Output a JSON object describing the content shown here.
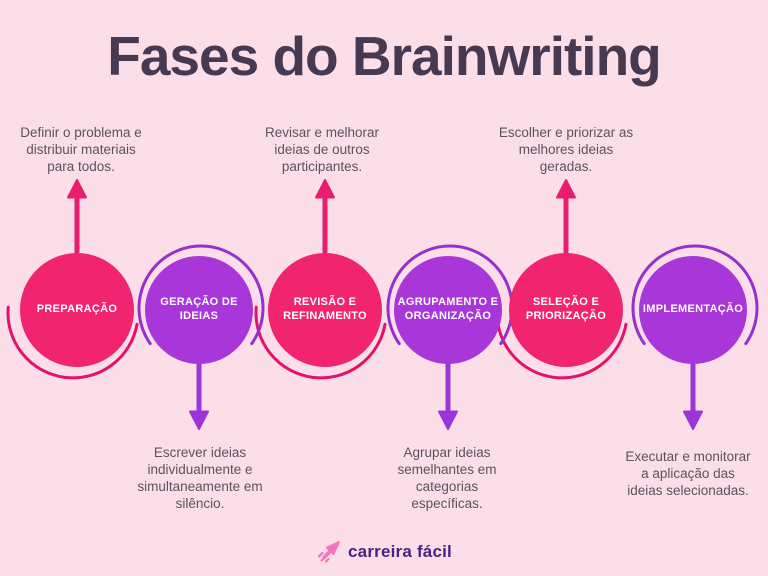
{
  "title": "Fases do Brainwriting",
  "colors": {
    "background": "#fcdee9",
    "title_text": "#473a50",
    "note_text": "#5c525e",
    "pink_circle": "#f1246f",
    "pink_ring": "#e5116b",
    "pink_arrow": "#e91d6e",
    "purple_circle": "#a836d9",
    "purple_ring": "#9330cf",
    "purple_arrow": "#9b35d6",
    "circle_label_text": "#ffffff",
    "logo_icon_pink": "#f473bb",
    "logo_text": "#4c1f82"
  },
  "phases": [
    {
      "label": "PREPARAÇÃO",
      "circle_color": "#f1246f",
      "note": "Definir o problema e\ndistribuir materiais\npara todos.",
      "note_position": "above"
    },
    {
      "label": "GERAÇÃO DE\nIDEIAS",
      "circle_color": "#a836d9",
      "note": "Escrever ideias\nindividualmente e\nsimultaneamente em\nsilêncio.",
      "note_position": "below"
    },
    {
      "label": "REVISÃO E\nREFINAMENTO",
      "circle_color": "#f1246f",
      "note": "Revisar e melhorar\nideias de outros\nparticipantes.",
      "note_position": "above"
    },
    {
      "label": "AGRUPAMENTO E\nORGANIZAÇÃO",
      "circle_color": "#a836d9",
      "note": "Agrupar ideias\nsemelhantes em\ncategorias\nespecíficas.",
      "note_position": "below"
    },
    {
      "label": "SELEÇÃO E\nPRIORIZAÇÃO",
      "circle_color": "#f1246f",
      "note": "Escolher e priorizar as\nmelhores ideias\ngeradas.",
      "note_position": "above"
    },
    {
      "label": "IMPLEMENTAÇÃO",
      "circle_color": "#a836d9",
      "note": "Executar e monitorar\na aplicação das\nideias selecionadas.",
      "note_position": "below"
    }
  ],
  "footer": {
    "logo_text": "carreira fácil",
    "logo_icon": "arrow-up-right-icon"
  }
}
